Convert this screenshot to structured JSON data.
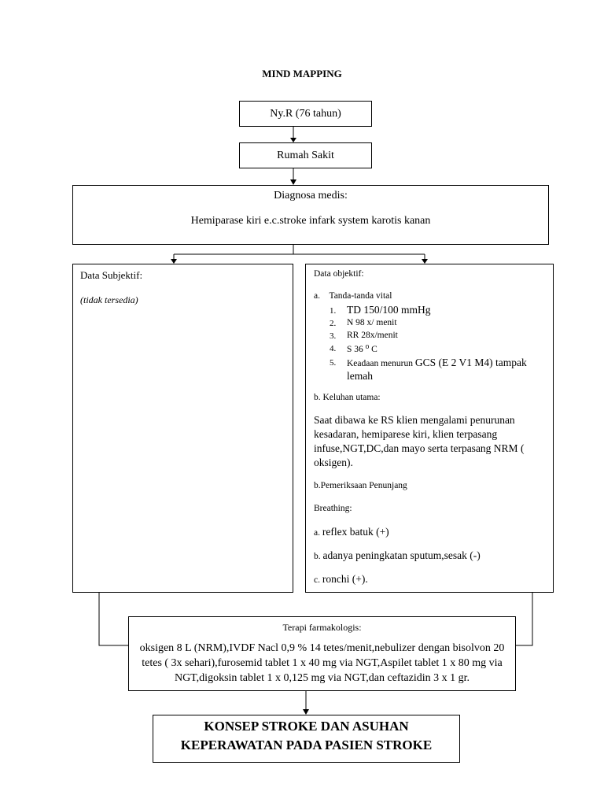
{
  "title": "MIND MAPPING",
  "patient": "Ny.R (76 tahun)",
  "hospital": "Rumah Sakit",
  "diagnosis": {
    "heading": "Diagnosa medis:",
    "text": "Hemiparase kiri e.c.stroke infark system karotis kanan"
  },
  "subjective": {
    "heading": "Data Subjektif:",
    "note": "(tidak tersedia)"
  },
  "objective": {
    "heading": "Data objektif:",
    "vitals_heading": "a.    Tanda-tanda vital",
    "vitals": [
      {
        "num": "1.",
        "text": "TD 150/100 mmHg"
      },
      {
        "num": "2.",
        "text": "N 98 x/ menit"
      },
      {
        "num": "3.",
        "text": "RR 28x/menit"
      },
      {
        "num": "4.",
        "text": "S 36 ⁰ C"
      },
      {
        "num": "5.",
        "text_small": "Keadaan menurun ",
        "text": "GCS (E 2 V1 M4) tampak",
        "text2": "lemah"
      }
    ],
    "complaint_heading": "b. Keluhan utama:",
    "complaint_lines": [
      "Saat dibawa ke RS klien mengalami penurunan",
      "kesadaran, hemiparese kiri, klien terpasang",
      "infuse,NGT,DC,dan mayo serta terpasang NRM (",
      "oksigen)."
    ],
    "support_heading": "b.Pemeriksaan Penunjang",
    "breathing_heading": "Breathing:",
    "breathing": [
      {
        "prefix": "a. ",
        "text": "reflex batuk (+)"
      },
      {
        "prefix": "b. ",
        "text": "adanya peningkatan sputum,sesak (-)"
      },
      {
        "prefix": "c. ",
        "text": "ronchi  (+)."
      }
    ]
  },
  "therapy": {
    "heading": "Terapi farmakologis:",
    "lines": [
      "oksigen 8 L (NRM),IVDF Nacl 0,9 % 14 tetes/menit,nebulizer dengan bisolvon 20",
      "tetes ( 3x sehari),furosemid tablet 1 x 40 mg via NGT,Aspilet tablet 1 x 80 mg via",
      "NGT,digoksin tablet 1 x 0,125 mg via NGT,dan ceftazidin 3 x 1 gr."
    ]
  },
  "concept": {
    "lines": [
      "KONSEP STROKE DAN ASUHAN",
      "KEPERAWATAN PADA PASIEN STROKE"
    ]
  }
}
